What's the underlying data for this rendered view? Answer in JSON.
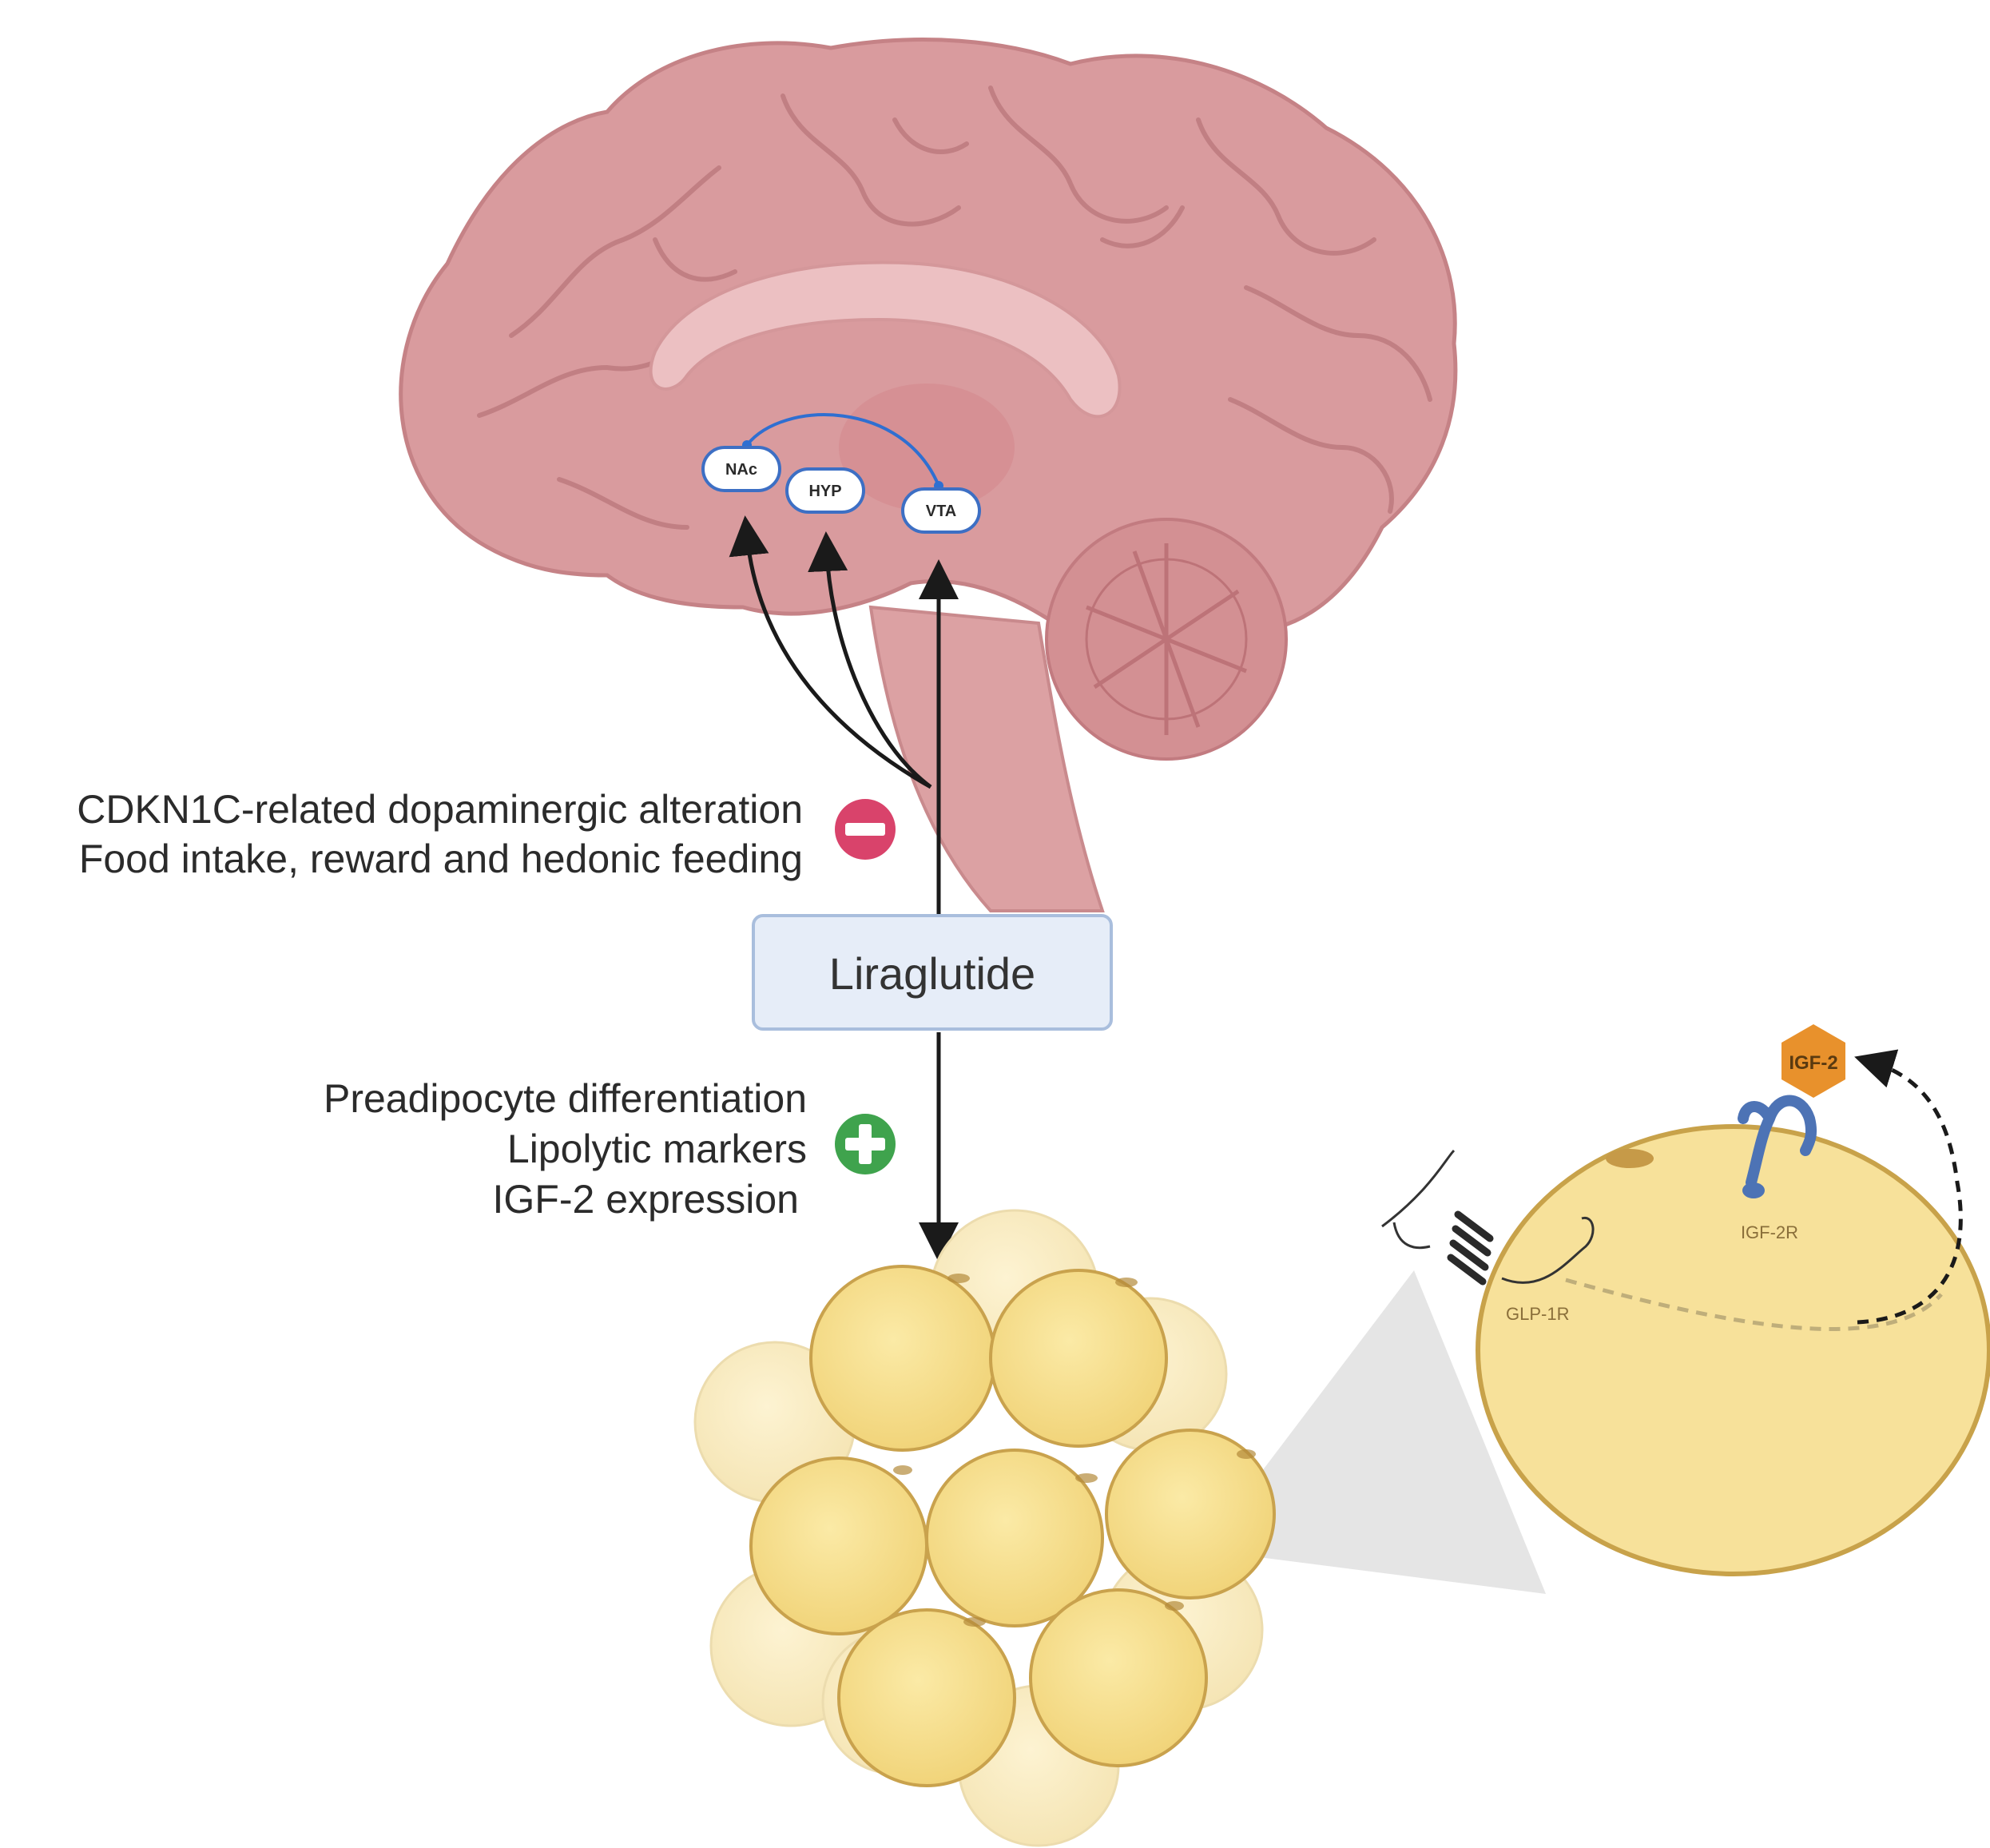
{
  "brain": {
    "regions": [
      {
        "id": "nac",
        "label": "NAc"
      },
      {
        "id": "hyp",
        "label": "HYP"
      },
      {
        "id": "vta",
        "label": "VTA"
      }
    ]
  },
  "brain_effects": {
    "sign": "minus",
    "sign_color": "#d9436b",
    "lines": [
      "CDKN1C-related dopaminergic alteration",
      "Food intake, reward and hedonic feeding"
    ]
  },
  "drug": {
    "label": "Liraglutide"
  },
  "adipose_effects": {
    "sign": "plus",
    "sign_color": "#3fa34d",
    "lines": [
      "Preadipocyte differentiation",
      "Lipolytic markers",
      "IGF-2 expression"
    ]
  },
  "adipocyte": {
    "receptor_glp1": "GLP-1R",
    "receptor_igf2": "IGF-2R",
    "ligand": "IGF-2",
    "ligand_color": "#e8912c"
  }
}
